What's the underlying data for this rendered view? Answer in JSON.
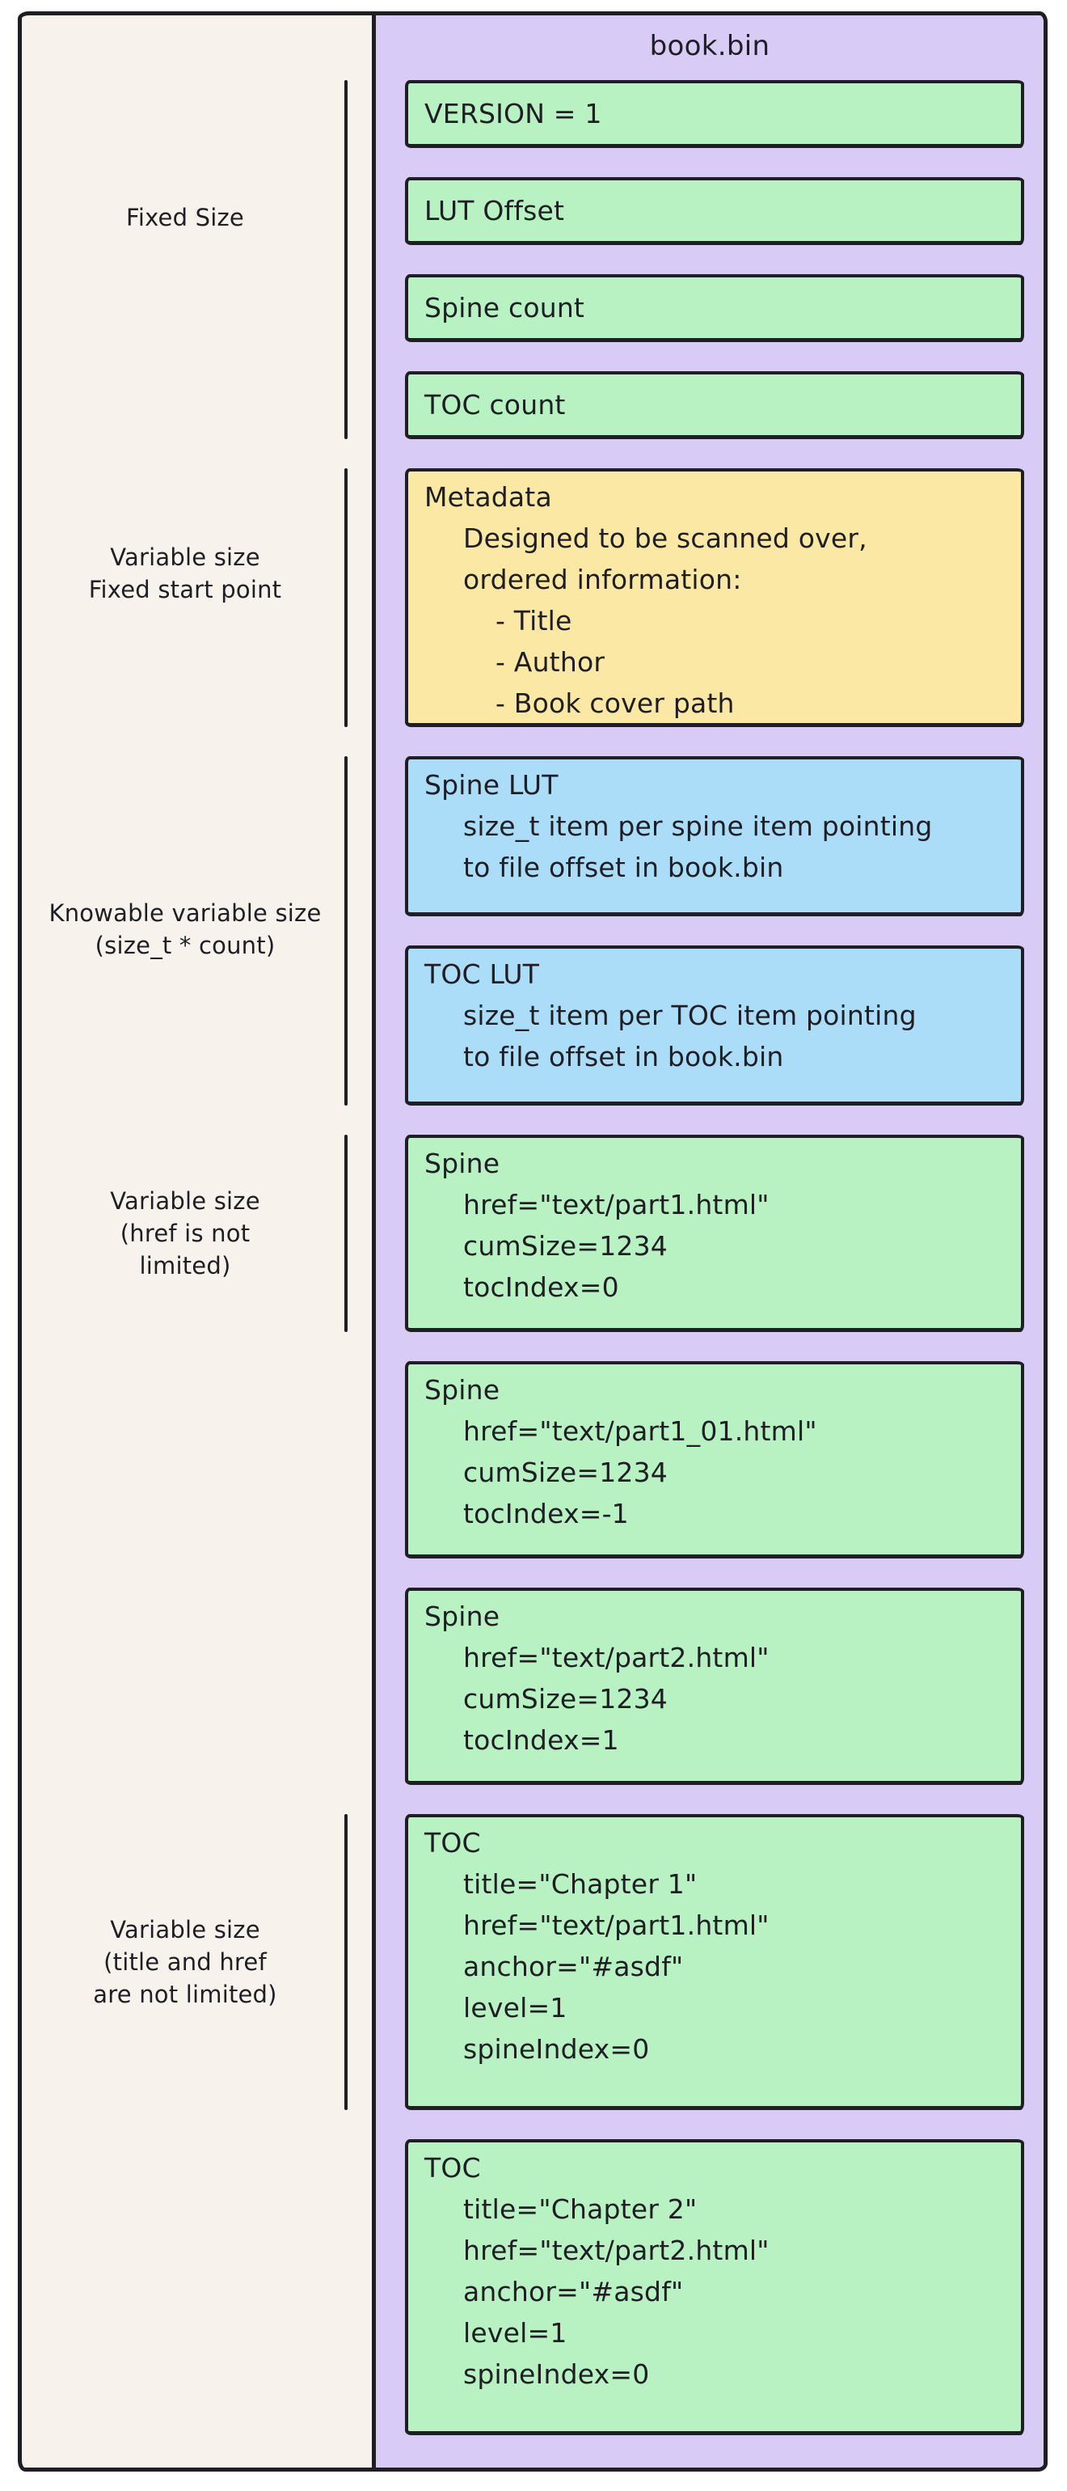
{
  "title": "book.bin",
  "palette": {
    "page_background": "#ffffff",
    "left_panel_cream": "#f7f2ec",
    "container_purple": "#d8ccf7",
    "box_green": "#b8f2c3",
    "box_blue": "#abdcf8",
    "box_yellow": "#fae8a4",
    "stroke_black": "#1e1e24"
  },
  "side_labels": [
    {
      "name": "fixed-size",
      "lines": [
        "Fixed Size"
      ]
    },
    {
      "name": "variable-size-fixed-start",
      "lines": [
        "Variable size",
        "Fixed start point"
      ]
    },
    {
      "name": "knowable-variable-size",
      "lines": [
        "Knowable variable size",
        "(size_t * count)"
      ]
    },
    {
      "name": "variable-size-href",
      "lines": [
        "Variable size",
        "(href is not",
        "limited)"
      ]
    },
    {
      "name": "variable-size-title-href",
      "lines": [
        "Variable size",
        "(title and href",
        "are not limited)"
      ]
    }
  ],
  "boxes": [
    {
      "name": "version",
      "kind": "field",
      "color": "green",
      "lines": [
        {
          "indent": 0,
          "text": "VERSION = 1"
        }
      ]
    },
    {
      "name": "lut-offset",
      "kind": "field",
      "color": "green",
      "lines": [
        {
          "indent": 0,
          "text": "LUT Offset"
        }
      ]
    },
    {
      "name": "spine-count",
      "kind": "field",
      "color": "green",
      "lines": [
        {
          "indent": 0,
          "text": "Spine count"
        }
      ]
    },
    {
      "name": "toc-count",
      "kind": "field",
      "color": "green",
      "lines": [
        {
          "indent": 0,
          "text": "TOC count"
        }
      ]
    },
    {
      "name": "metadata",
      "kind": "metadata",
      "color": "yellow",
      "lines": [
        {
          "indent": 0,
          "text": "Metadata"
        },
        {
          "indent": 1,
          "text": "Designed to be scanned over,"
        },
        {
          "indent": 1,
          "text": "ordered information:"
        },
        {
          "indent": 2,
          "text": "- Title"
        },
        {
          "indent": 2,
          "text": "- Author"
        },
        {
          "indent": 2,
          "text": "- Book cover path"
        }
      ]
    },
    {
      "name": "spine-lut",
      "kind": "lut",
      "color": "blue",
      "lines": [
        {
          "indent": 0,
          "text": "Spine LUT"
        },
        {
          "indent": 1,
          "text": "size_t item per spine item pointing"
        },
        {
          "indent": 1,
          "text": "to file offset in book.bin"
        }
      ]
    },
    {
      "name": "toc-lut",
      "kind": "lut",
      "color": "blue",
      "lines": [
        {
          "indent": 0,
          "text": "TOC LUT"
        },
        {
          "indent": 1,
          "text": "size_t item per TOC item pointing"
        },
        {
          "indent": 1,
          "text": "to file offset in book.bin"
        }
      ]
    },
    {
      "name": "spine-1",
      "kind": "spine",
      "color": "green",
      "lines": [
        {
          "indent": 0,
          "text": "Spine"
        },
        {
          "indent": 1,
          "text": "href=\"text/part1.html\""
        },
        {
          "indent": 1,
          "text": "cumSize=1234"
        },
        {
          "indent": 1,
          "text": "tocIndex=0"
        }
      ]
    },
    {
      "name": "spine-2",
      "kind": "spine",
      "color": "green",
      "lines": [
        {
          "indent": 0,
          "text": "Spine"
        },
        {
          "indent": 1,
          "text": "href=\"text/part1_01.html\""
        },
        {
          "indent": 1,
          "text": "cumSize=1234"
        },
        {
          "indent": 1,
          "text": "tocIndex=-1"
        }
      ]
    },
    {
      "name": "spine-3",
      "kind": "spine",
      "color": "green",
      "lines": [
        {
          "indent": 0,
          "text": "Spine"
        },
        {
          "indent": 1,
          "text": "href=\"text/part2.html\""
        },
        {
          "indent": 1,
          "text": "cumSize=1234"
        },
        {
          "indent": 1,
          "text": "tocIndex=1"
        }
      ]
    },
    {
      "name": "toc-1",
      "kind": "toc",
      "color": "green",
      "lines": [
        {
          "indent": 0,
          "text": "TOC"
        },
        {
          "indent": 1,
          "text": "title=\"Chapter 1\""
        },
        {
          "indent": 1,
          "text": "href=\"text/part1.html\""
        },
        {
          "indent": 1,
          "text": "anchor=\"#asdf\""
        },
        {
          "indent": 1,
          "text": "level=1"
        },
        {
          "indent": 1,
          "text": "spineIndex=0"
        }
      ]
    },
    {
      "name": "toc-2",
      "kind": "toc",
      "color": "green",
      "lines": [
        {
          "indent": 0,
          "text": "TOC"
        },
        {
          "indent": 1,
          "text": "title=\"Chapter 2\""
        },
        {
          "indent": 1,
          "text": "href=\"text/part2.html\""
        },
        {
          "indent": 1,
          "text": "anchor=\"#asdf\""
        },
        {
          "indent": 1,
          "text": "level=1"
        },
        {
          "indent": 1,
          "text": "spineIndex=0"
        }
      ]
    }
  ]
}
